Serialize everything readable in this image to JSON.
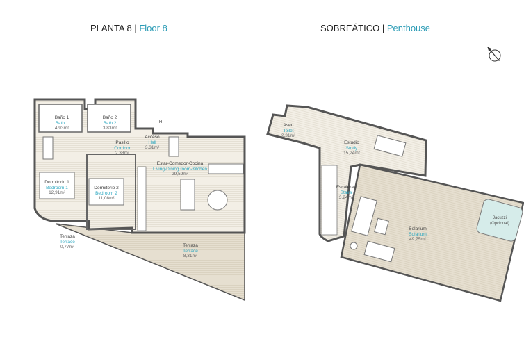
{
  "floor8": {
    "title_es": "PLANTA 8",
    "separator": " | ",
    "title_en": "Floor 8",
    "entrance_marker": "H",
    "rooms": [
      {
        "es": "Baño 1",
        "en": "Bath 1",
        "area": "4,93m²"
      },
      {
        "es": "Baño 2",
        "en": "Bath 2",
        "area": "3,83m²"
      },
      {
        "es": "Pasillo",
        "en": "Corridor",
        "area": "2,38m²"
      },
      {
        "es": "Acceso",
        "en": "Hall",
        "area": "3,31m²"
      },
      {
        "es": "Estar-Comedor-Cocina",
        "en": "Living-Dining room-Kitchen",
        "area": "29,59m²"
      },
      {
        "es": "Dormitorio 1",
        "en": "Bedroom 1",
        "area": "12,91m²"
      },
      {
        "es": "Dormitorio 2",
        "en": "Bedroom 2",
        "area": "11,08m²"
      },
      {
        "es": "Terraza",
        "en": "Terrace",
        "area": "0,77m²"
      },
      {
        "es": "Terraza",
        "en": "Terrace",
        "area": "8,31m²"
      }
    ]
  },
  "penthouse": {
    "title_es": "SOBREÁTICO",
    "separator": " | ",
    "title_en": "Penthouse",
    "rooms": [
      {
        "es": "Aseo",
        "en": "Toilet",
        "area": "2,31m²"
      },
      {
        "es": "Estudio",
        "en": "Study",
        "area": "15,24m²"
      },
      {
        "es": "Escaleras",
        "en": "Stairs",
        "area": "3,24m²"
      },
      {
        "es": "Solarium",
        "en": "Solarium",
        "area": "49,75m²"
      }
    ],
    "jacuzzi": {
      "line1": "Jacuzzi",
      "line2": "(Opcional)"
    }
  },
  "compass_icon": "north-arrow",
  "colors": {
    "accent": "#2a9bb5",
    "wall": "#555555",
    "floor": "#f1ede4",
    "terrace": "#e3dccd",
    "jacuzzi": "#d6ecea"
  }
}
